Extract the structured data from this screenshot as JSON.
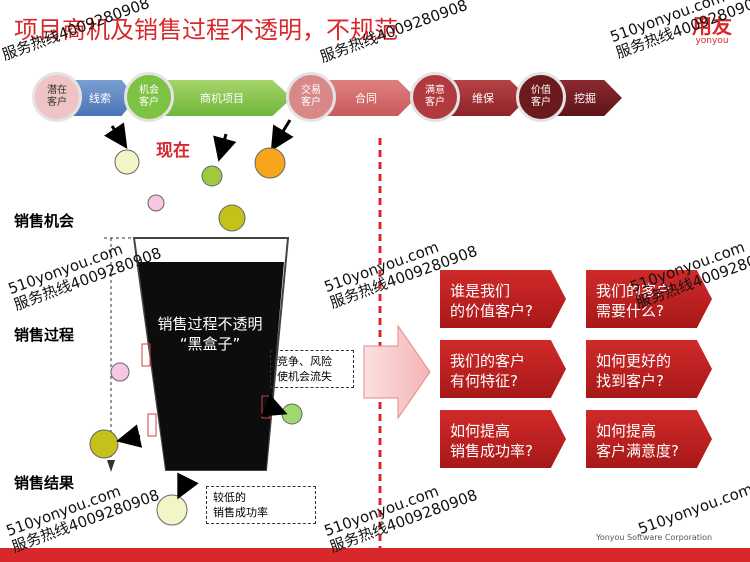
{
  "title": "项目商机及销售过程不透明，不规范",
  "logo": {
    "main": "用友",
    "sub": "yonyou"
  },
  "pipeline": {
    "stages": [
      "潜在\n客户",
      "机会\n客户",
      "交易\n客户",
      "满意\n客户",
      "价值\n客户"
    ],
    "links": [
      "线索",
      "商机项目",
      "合同",
      "维保",
      "挖掘"
    ]
  },
  "now_label": "现在",
  "left_labels": {
    "opportunity": "销售机会",
    "process": "销售过程",
    "result": "销售结果"
  },
  "funnel": {
    "line1": "销售过程不透明",
    "line2": "“黑盒子”"
  },
  "notes": {
    "loss": "竞争、风险\n使机会流失",
    "low": "较低的\n销售成功率"
  },
  "questions": [
    "谁是我们\n的价值客户?",
    "我们的客户\n需要什么?",
    "我们的客户\n有何特征?",
    "如何更好的\n找到客户?",
    "如何提高\n销售成功率?",
    "如何提高\n客户满意度?"
  ],
  "footer": "Yonyou Software Corporation",
  "watermark": {
    "site": "510yonyou.com",
    "hotline": "服务热线4009280908"
  },
  "colors": {
    "red": "#d8282c",
    "stage_pink": "#e9a8a8",
    "stage_green": "#7dc242",
    "stage_rose": "#cf6e6e",
    "stage_maroon": "#a0262b",
    "stage_dark": "#6d1a1e"
  }
}
